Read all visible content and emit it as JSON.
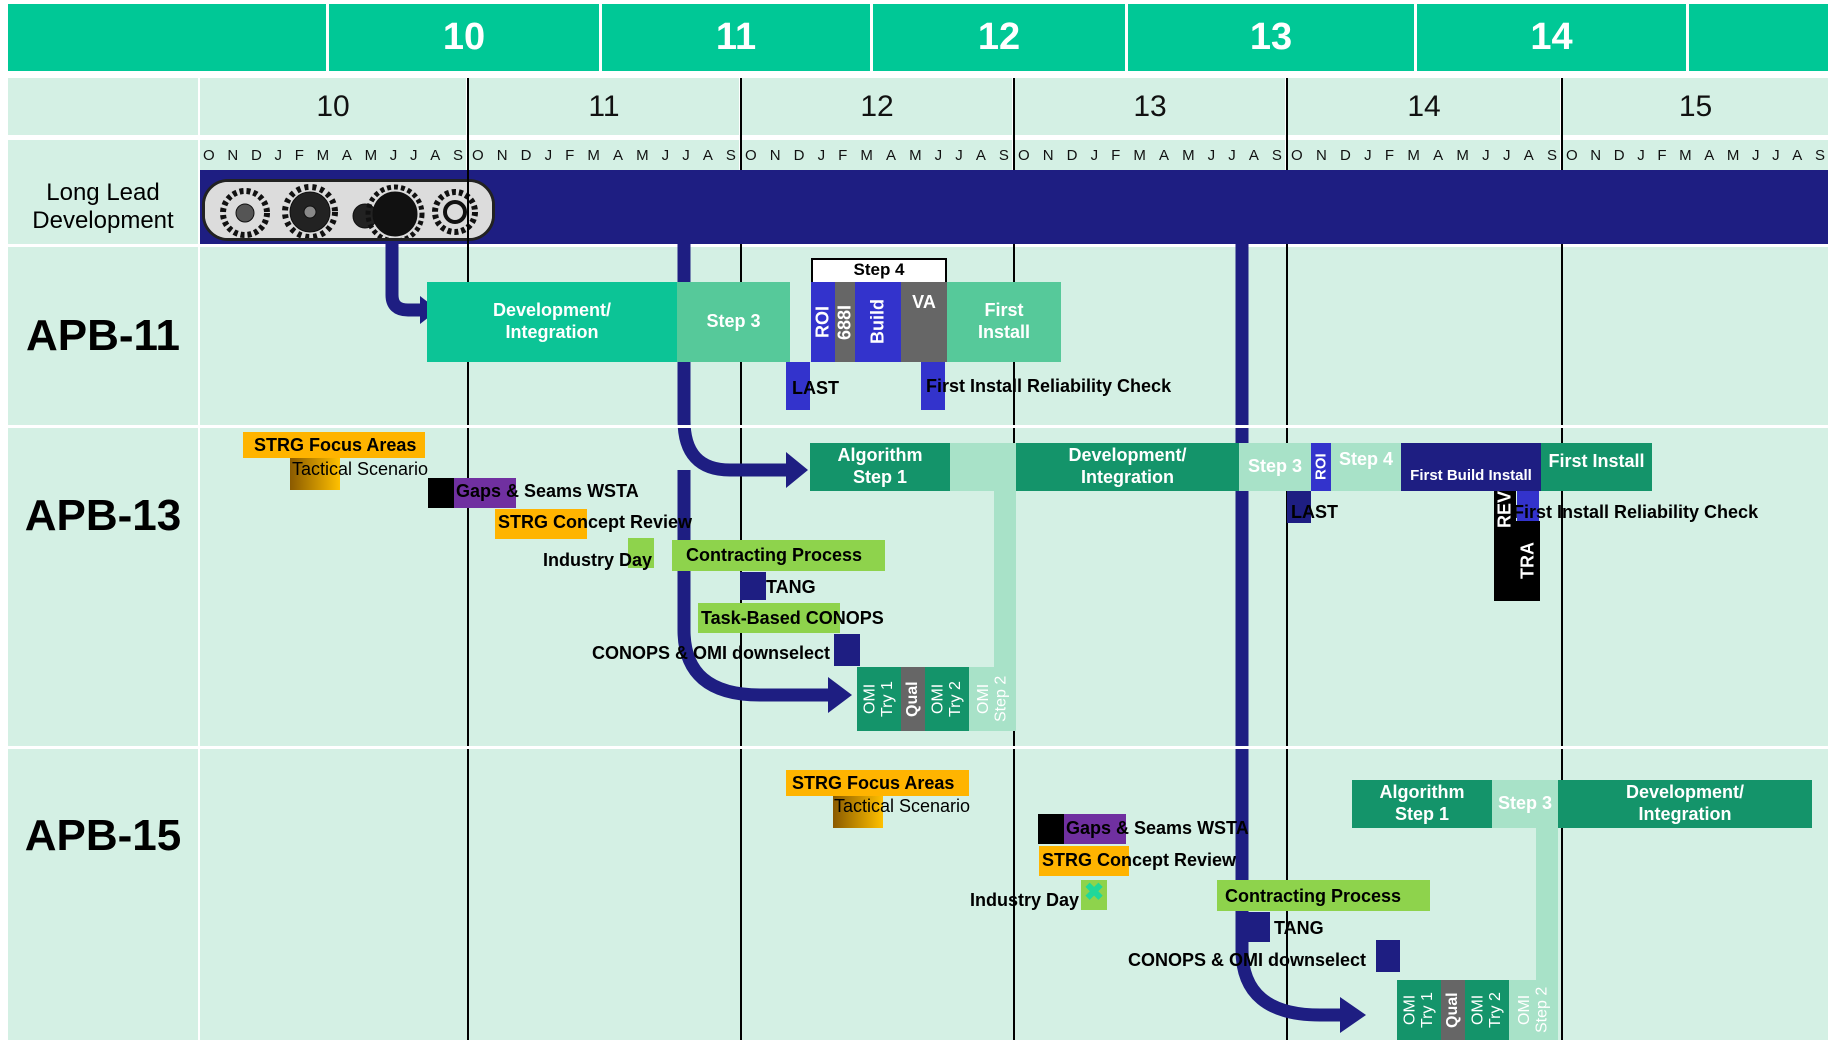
{
  "colors": {
    "header_green": "#00c896",
    "pale_green": "#d4f0e4",
    "navy": "#1e1e82",
    "dev_green": "#0cc496",
    "step3_green": "#56c99a",
    "blue": "#3333cc",
    "gray": "#666666",
    "orange": "#ffb400",
    "purple": "#7030a0",
    "lime": "#8ed34c",
    "pale_teal": "#a8e2c8",
    "dark_teal": "#14946a"
  },
  "header": {
    "top_years": [
      "10",
      "11",
      "12",
      "13",
      "14"
    ],
    "fiscal_years": [
      "10",
      "11",
      "12",
      "13",
      "14",
      "15"
    ],
    "months": [
      "O",
      "N",
      "D",
      "J",
      "F",
      "M",
      "A",
      "M",
      "J",
      "J",
      "A",
      "S"
    ]
  },
  "rows": {
    "long_lead": "Long Lead\nDevelopment",
    "apb11": "APB-11",
    "apb13": "APB-13",
    "apb15": "APB-15"
  },
  "apb11": {
    "dev": "Development/\nIntegration",
    "step3": "Step 3",
    "step4": "Step 4",
    "roi": "ROI",
    "i889": "688I",
    "build": "Build",
    "va": "VA",
    "first_install": "First\nInstall",
    "last": "LAST",
    "reliability": "First Install Reliability Check"
  },
  "apb13": {
    "strg_focus": "STRG Focus Areas",
    "tactical": "Tactical Scenario",
    "gaps": "Gaps & Seams WSTA",
    "concept_review": "STRG Concept Review",
    "industry_day": "Industry Day",
    "contracting": "Contracting Process",
    "tang": "TANG",
    "task_conops": "Task-Based CONOPS",
    "conops_omi": "CONOPS & OMI downselect",
    "algo": "Algorithm\nStep 1",
    "dev": "Development/\nIntegration",
    "step3": "Step 3",
    "roi": "ROI",
    "step4": "Step 4",
    "first_build": "First Build Install",
    "first_install": "First Install",
    "last": "LAST",
    "reliability": "First Install Reliability Check",
    "rev": "REV",
    "tra": "TRA",
    "omi1": "OMI\nTry 1",
    "qual": "Qual",
    "omi2": "OMI\nTry 2",
    "omi_step2": "OMI\nStep 2"
  },
  "apb15": {
    "strg_focus": "STRG Focus Areas",
    "tactical": "Tactical Scenario",
    "gaps": "Gaps & Seams WSTA",
    "concept_review": "STRG Concept Review",
    "industry_day": "Industry Day",
    "contracting": "Contracting Process",
    "tang": "TANG",
    "conops_omi": "CONOPS & OMI downselect",
    "algo": "Algorithm\nStep 1",
    "step3": "Step 3",
    "dev": "Development/\nIntegration",
    "omi1": "OMI\nTry 1",
    "qual": "Qual",
    "omi2": "OMI\nTry 2",
    "omi_step2": "OMI\nStep 2"
  },
  "icons": {
    "gears": "gears-image",
    "industry_day_mark": "x-mark-icon"
  }
}
